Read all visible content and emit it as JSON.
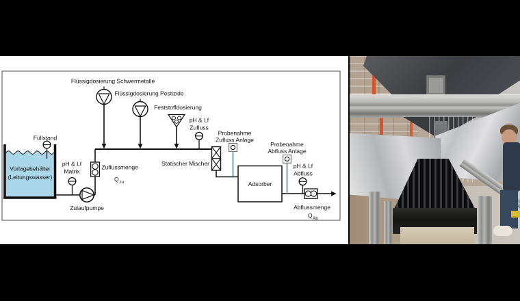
{
  "diagram": {
    "dosing_heavy_metals": "Flüssigdosierung Schwermetalle",
    "dosing_pesticides": "Flüssigdosierung Pestizide",
    "dosing_solids": "Feststoffdosierung",
    "fill_level": "Füllstand",
    "tank_name": "Vorlagebehälter",
    "tank_sub": "(Leitungswasser)",
    "ph_matrix_l1": "pH & Lf",
    "ph_matrix_l2": "Matrix",
    "inlet_pump": "Zulaufpumpe",
    "inflow_qty": "Zuflussmenge",
    "q": "Q",
    "q_zu_sub": "zu",
    "q_ab_sub": "Ab",
    "static_mixer": "Statischer Mischer",
    "ph_inflow_l1": "pH & Lf",
    "ph_inflow_l2": "Zufluss",
    "sample_inflow_l1": "Probenahme",
    "sample_inflow_l2": "Zufluss Anlage",
    "adsorber": "Adsorber",
    "sample_outflow_l1": "Probenahme",
    "sample_outflow_l2": "Abfluss Anlage",
    "ph_outflow_l1": "pH & Lf",
    "ph_outflow_l2": "Abfluss",
    "outflow_qty": "Abflussmenge",
    "colors": {
      "water": "#a9d6e9",
      "sample_line": "#4d7fae",
      "ink": "#1a1a1a"
    }
  }
}
